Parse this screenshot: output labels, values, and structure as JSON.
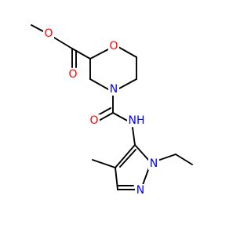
{
  "molecule": {
    "atoms": {
      "methyl_ester_O": "O",
      "carbonyl_O": "O",
      "ring_O": "O",
      "ring_N": "N",
      "amide_O": "O",
      "amide_NH": "NH",
      "pyrazole_N1": "N",
      "pyrazole_N2": "N"
    }
  },
  "colors": {
    "bond": "#000000",
    "oxygen": "#ff0000",
    "nitrogen": "#0000ff"
  }
}
